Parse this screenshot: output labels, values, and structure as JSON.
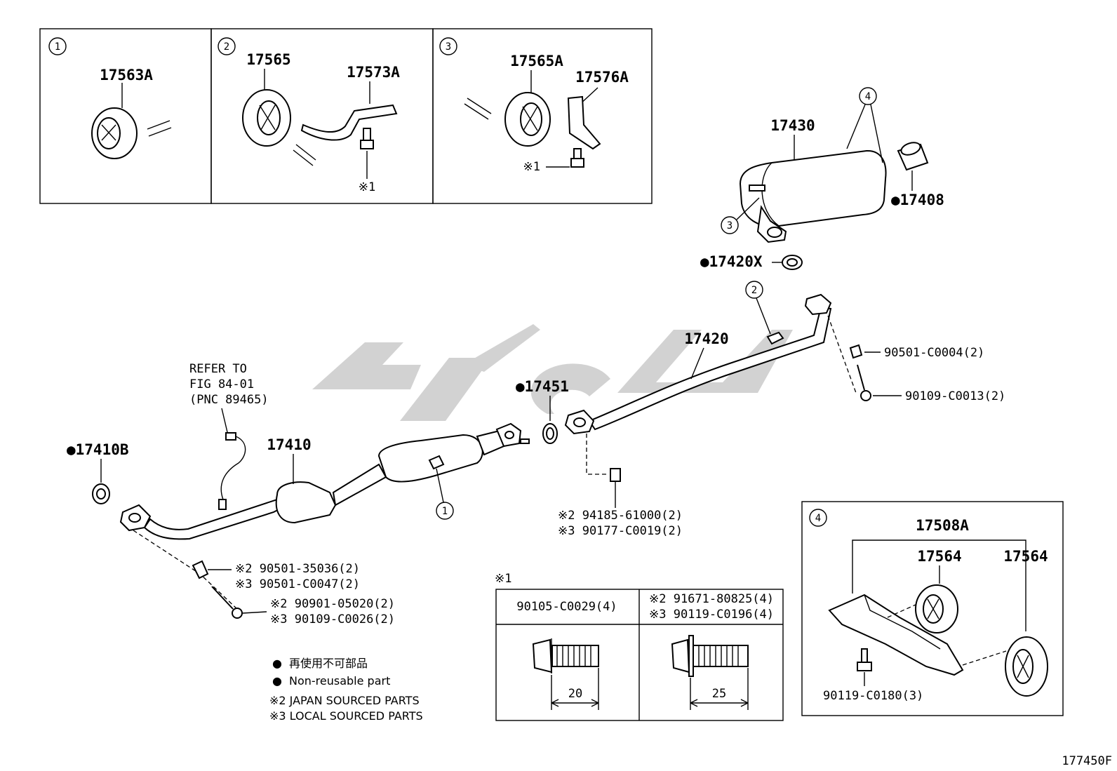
{
  "insets": {
    "i1": {
      "num": "1",
      "part": "17563A"
    },
    "i2": {
      "num": "2",
      "part_a": "17565",
      "part_b": "17573A",
      "note": "※1"
    },
    "i3": {
      "num": "3",
      "part_a": "17565A",
      "part_b": "17576A",
      "note": "※1"
    },
    "i4": {
      "num": "4",
      "part_top": "17508A",
      "part_a": "17564",
      "part_b": "17564",
      "bolt": "90119-C0180(3)"
    }
  },
  "parts": {
    "p17430": "17430",
    "p17408": "●17408",
    "p17420x": "●17420X",
    "p17420": "17420",
    "p17451": "●17451",
    "p17410": "17410",
    "p17410b": "●17410B",
    "bolt_a": "90501-C0004(2)",
    "bolt_b": "90109-C0013(2)",
    "nut_1": "※2 94185-61000(2)",
    "nut_2": "※3 90177-C0019(2)",
    "spr_1": "※2  90501-35036(2)",
    "spr_2": "※3  90501-C0047(2)",
    "blt_1": "※2 90901-05020(2)",
    "blt_2": "※3 90109-C0026(2)"
  },
  "callouts": {
    "c4": "4",
    "c3": "3",
    "c2": "2",
    "c1": "1"
  },
  "refer": {
    "line1": "REFER TO",
    "line2": "FIG 84-01",
    "line3": "(PNC 89465)"
  },
  "table": {
    "mark": "※1",
    "col1_header": "90105-C0029(4)",
    "col2_header_1": "※2 91671-80825(4)",
    "col2_header_2": "※3 90119-C0196(4)",
    "dim1": "20",
    "dim2": "25"
  },
  "legend": {
    "dot1": "●",
    "line1": "再使用不可部品",
    "dot2": "●",
    "line2": "Non-reusable part",
    "line3": "※2 JAPAN SOURCED PARTS",
    "line4": "※3 LOCAL SOURCED PARTS"
  },
  "figure_code": "177450F"
}
